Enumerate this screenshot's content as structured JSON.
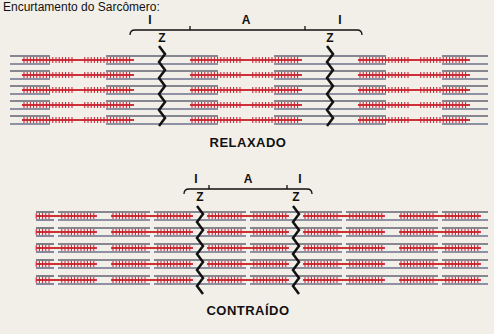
{
  "diagram": {
    "title": "Encurtamento do Sarcômero:",
    "labels": [
      "I",
      "A",
      "I",
      "Z",
      "Z",
      "RELAXADO",
      "I",
      "A",
      "I",
      "Z",
      "Z",
      "CONTRAÍDO"
    ]
  }
}
